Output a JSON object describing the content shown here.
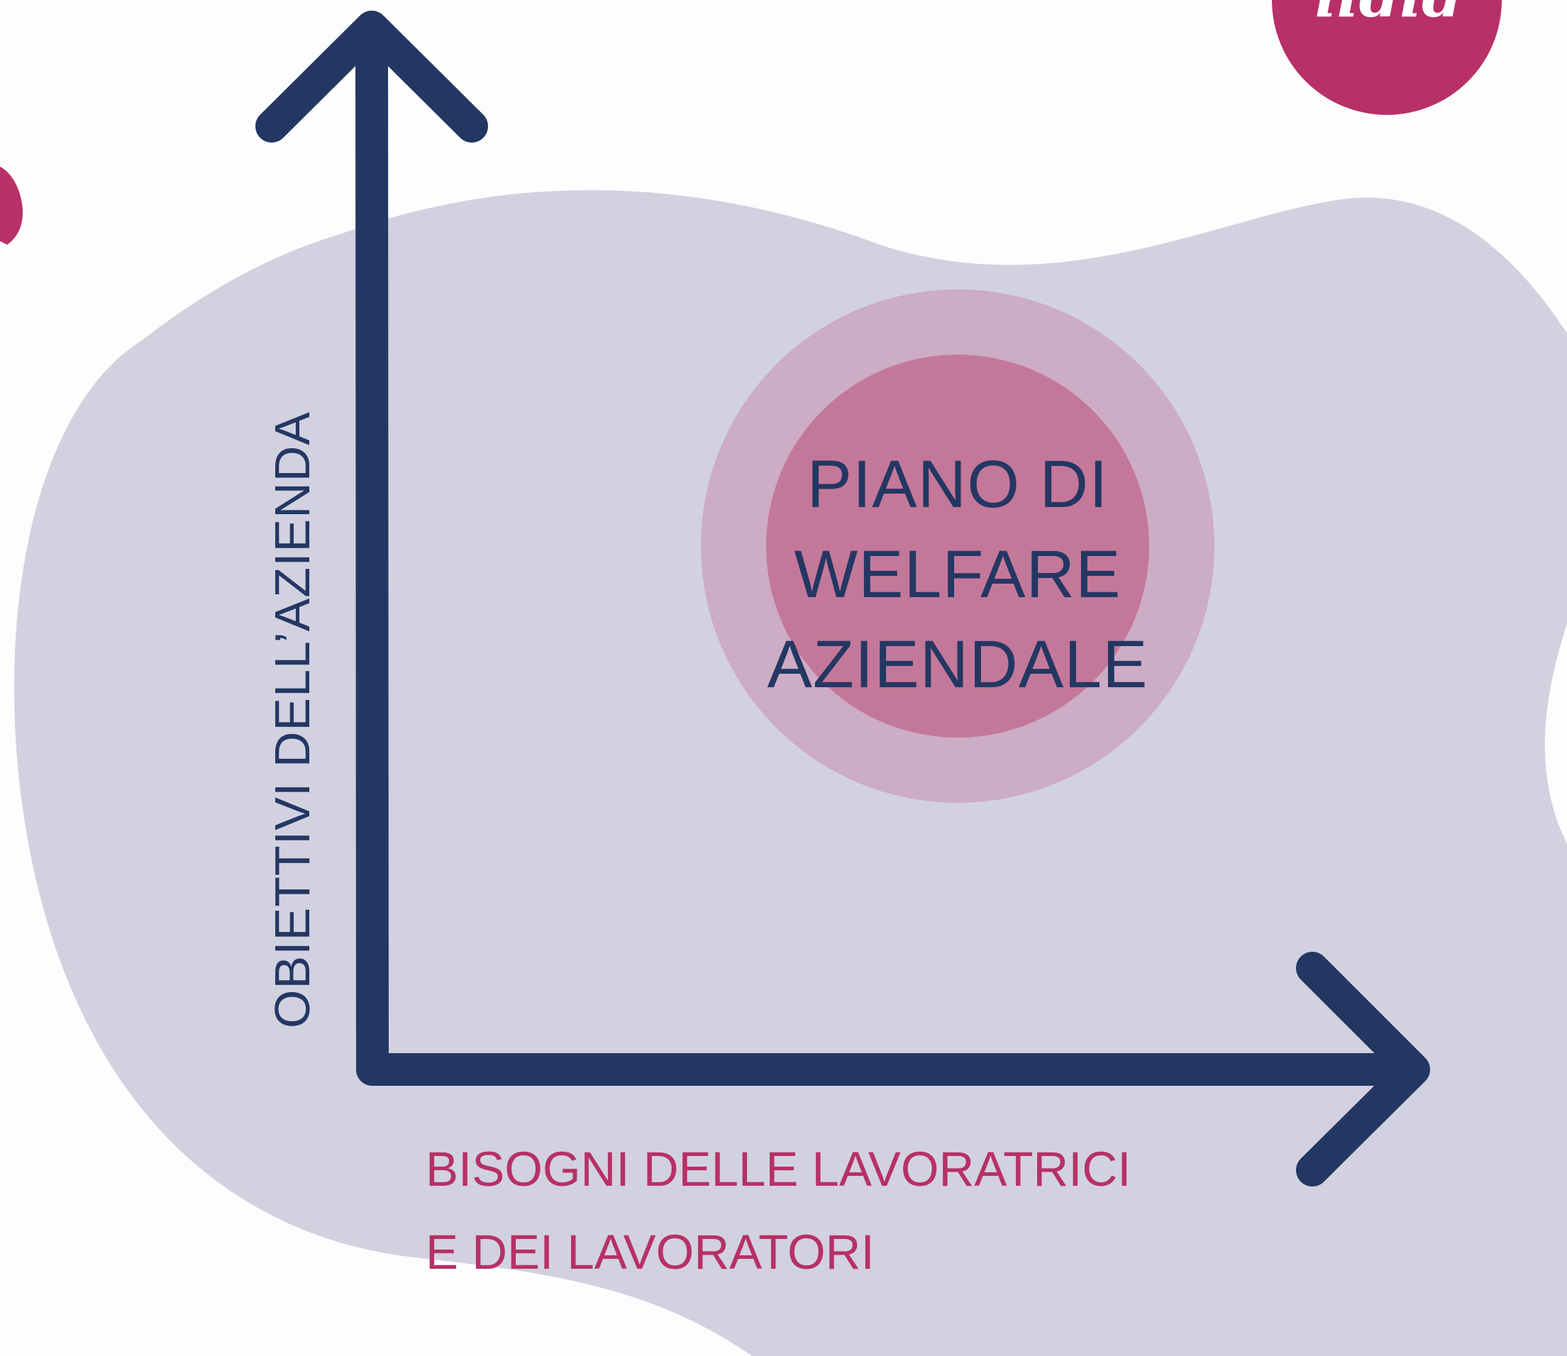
{
  "colors": {
    "background": "#fdfdfd",
    "blob": "#d2d1e0",
    "axis": "#243763",
    "outer_circle": "#cdacc5",
    "inner_circle": "#c47899",
    "accent": "#b73068",
    "center_text": "#243763"
  },
  "diagram": {
    "y_axis_label": "OBIETTIVI DELL’AZIENDA",
    "x_axis_label_lines": [
      "BISOGNI DELLE LAVORATRICI",
      "E DEI LAVORATORI"
    ],
    "center_lines": [
      "PIANO DI",
      "WELFARE",
      "AZIENDALE"
    ]
  },
  "logo": {
    "partial_text": "iidid",
    "icon": "logo-badge-icon"
  }
}
